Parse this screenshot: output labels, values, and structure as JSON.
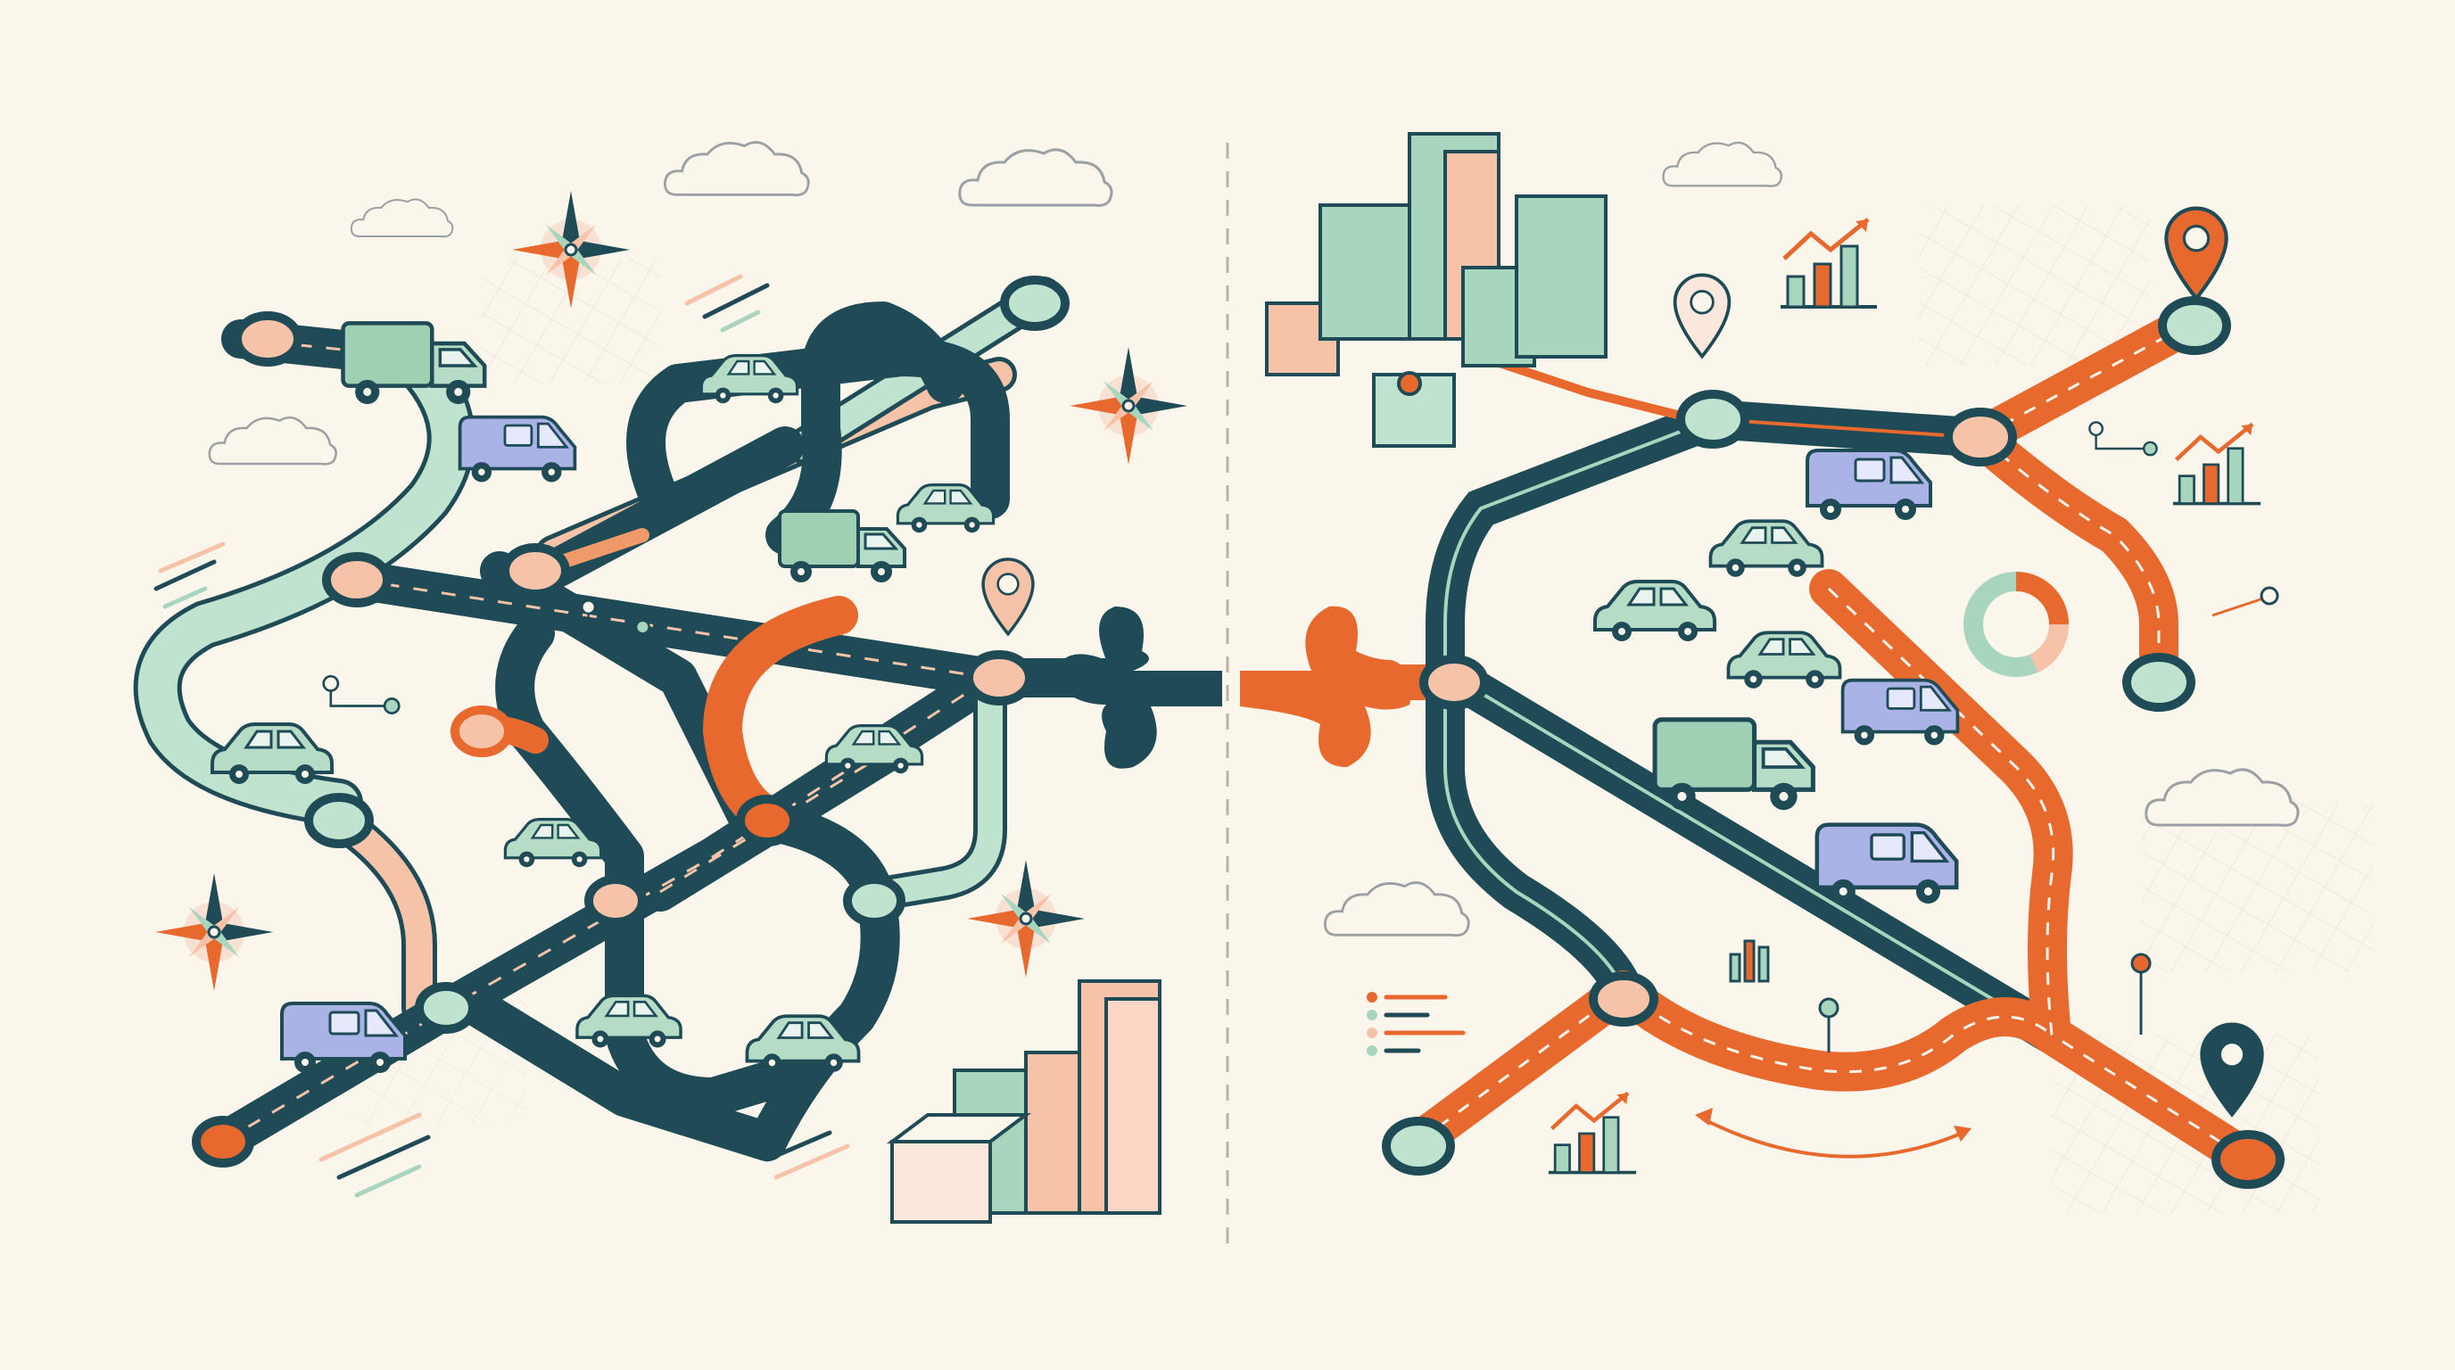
{
  "illustration": {
    "theme": "route-optimization-comparison",
    "panels": [
      "tangled-road-network",
      "optimized-route-network"
    ],
    "palette": {
      "background": "#fbf6ec",
      "road_dark": "#1f4b57",
      "route_orange": "#e8692e",
      "peach": "#f6c3a8",
      "mint": "#a8d5bd",
      "lavender": "#a9b3e6",
      "node_fill_mint": "#bfe3cf",
      "node_fill_peach": "#f6c3a8",
      "line_gray": "#c9c4bb"
    },
    "icons": [
      "compass-rose-icon",
      "cloud-icon",
      "delivery-truck-icon",
      "van-icon",
      "car-icon",
      "map-pin-icon",
      "puzzle-piece-icon",
      "bar-chart-up-icon",
      "donut-chart-icon",
      "isometric-building-icon",
      "network-node-icon"
    ]
  }
}
